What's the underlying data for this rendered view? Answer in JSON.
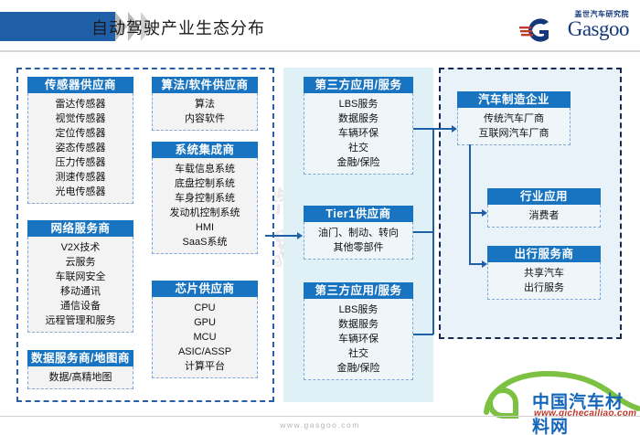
{
  "header": {
    "title": "自动驾驶产业生态分布",
    "logo_cn": "盖世汽车研究院",
    "logo_en": "Gasgoo"
  },
  "watermark": {
    "line1": "盖世汽车",
    "line2": "Gasgoo",
    "line3": "auto.gasgoo.com"
  },
  "footer": {
    "url": "www.gasgoo.com",
    "logo_cn": "中国汽车材料网",
    "logo_url": "www.qichecailiao.com"
  },
  "colors": {
    "header_blue": "#1874c0",
    "bar_blue": "#1f5fa8",
    "panel_mid_bg": "#dff0f6",
    "panel_right_bg": "#e9f2f8",
    "item_bg": "#f3f3f3",
    "connector": "#1f5fa8"
  },
  "panels": {
    "left": {
      "name": "供应商",
      "groups": [
        {
          "title": "传感器供应商",
          "items": [
            "雷达传感器",
            "视觉传感器",
            "定位传感器",
            "姿态传感器",
            "压力传感器",
            "测速传感器",
            "光电传感器"
          ]
        },
        {
          "title": "网络服务商",
          "items": [
            "V2X技术",
            "云服务",
            "车联网安全",
            "移动通讯",
            "通信设备",
            "远程管理和服务"
          ]
        },
        {
          "title": "数据服务商/地图商",
          "items": [
            "数据/高精地图"
          ]
        },
        {
          "title": "算法/软件供应商",
          "items": [
            "算法",
            "内容软件"
          ]
        },
        {
          "title": "系统集成商",
          "items": [
            "车载信息系统",
            "底盘控制系统",
            "车身控制系统",
            "发动机控制系统",
            "HMI",
            "SaaS系统"
          ]
        },
        {
          "title": "芯片供应商",
          "items": [
            "CPU",
            "GPU",
            "MCU",
            "ASIC/ASSP",
            "计算平台"
          ]
        }
      ]
    },
    "middle": {
      "groups": [
        {
          "title": "第三方应用/服务",
          "items": [
            "LBS服务",
            "数据服务",
            "车辆环保",
            "社交",
            "金融/保险"
          ]
        },
        {
          "title": "Tier1供应商",
          "items": [
            "油门、制动、转向",
            "其他零部件"
          ]
        },
        {
          "title": "第三方应用/服务",
          "items": [
            "LBS服务",
            "数据服务",
            "车辆环保",
            "社交",
            "金融/保险"
          ]
        }
      ]
    },
    "right": {
      "groups": [
        {
          "title": "汽车制造企业",
          "items": [
            "传统汽车厂商",
            "互联网汽车厂商"
          ]
        },
        {
          "title": "行业应用",
          "items": [
            "消费者"
          ]
        },
        {
          "title": "出行服务商",
          "items": [
            "共享汽车",
            "出行服务"
          ]
        }
      ]
    }
  }
}
